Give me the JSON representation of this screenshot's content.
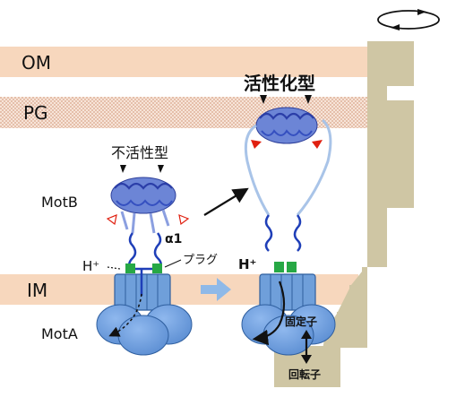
{
  "labels": {
    "om": "OM",
    "pg": "PG",
    "im": "IM",
    "motb": "MotB",
    "mota": "MotA",
    "inactive": "不活性型",
    "active": "活性化型",
    "alpha1": "α1",
    "plug": "プラグ",
    "h_plus_left": "H⁺",
    "h_plus_right": "H⁺",
    "stator": "固定子",
    "rotor": "回転子"
  },
  "colors": {
    "membrane": "#f7d7bd",
    "pg_layer": "#f0d4c4",
    "rotor_body": "#cfc6a4",
    "mota_fill": "#6f9fda",
    "mota_stroke": "#2f5f9f",
    "linker": "#a9c4e8",
    "linker_dark": "#1f3fb8",
    "plug_green": "#27a845",
    "red_marker": "#e02010",
    "arrow_blue": "#8fb9e8"
  }
}
